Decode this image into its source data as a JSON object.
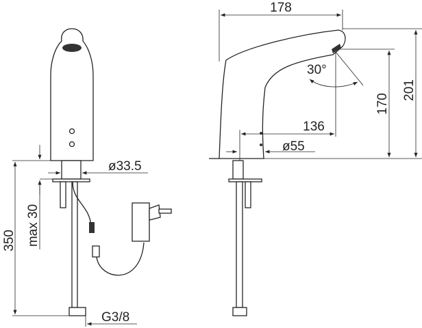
{
  "dimensions": {
    "width": "178",
    "angle": "30°",
    "height_spout": "170",
    "height_total": "201",
    "reach": "136",
    "base_diameter": "ø55",
    "hole_diameter": "ø33.5",
    "max_deck": "max 30",
    "hose_length": "350",
    "thread": "G3/8"
  }
}
